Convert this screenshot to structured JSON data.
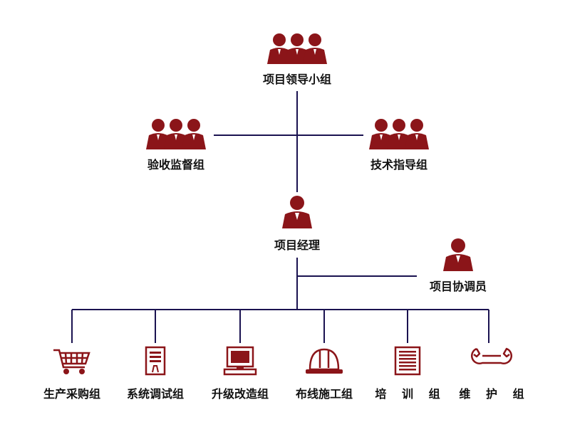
{
  "colors": {
    "primary": "#8b1519",
    "line": "#1a1250"
  },
  "top": {
    "label": "项目领导小组",
    "icon": "group-people-icon"
  },
  "left": {
    "label": "验收监督组",
    "icon": "group-people-icon"
  },
  "right": {
    "label": "技术指导组",
    "icon": "group-people-icon"
  },
  "manager": {
    "label": "项目经理",
    "icon": "person-icon"
  },
  "coordinator": {
    "label": "项目协调员",
    "icon": "person-icon"
  },
  "teams": [
    {
      "label": "生产采购组",
      "icon": "shopping-cart-icon"
    },
    {
      "label": "系统调试组",
      "icon": "server-tower-icon"
    },
    {
      "label": "升级改造组",
      "icon": "computer-icon"
    },
    {
      "label": "布线施工组",
      "icon": "hard-hat-icon"
    },
    {
      "label": "培 训 组",
      "icon": "document-icon"
    },
    {
      "label": "维 护 组",
      "icon": "wrench-icon"
    }
  ]
}
